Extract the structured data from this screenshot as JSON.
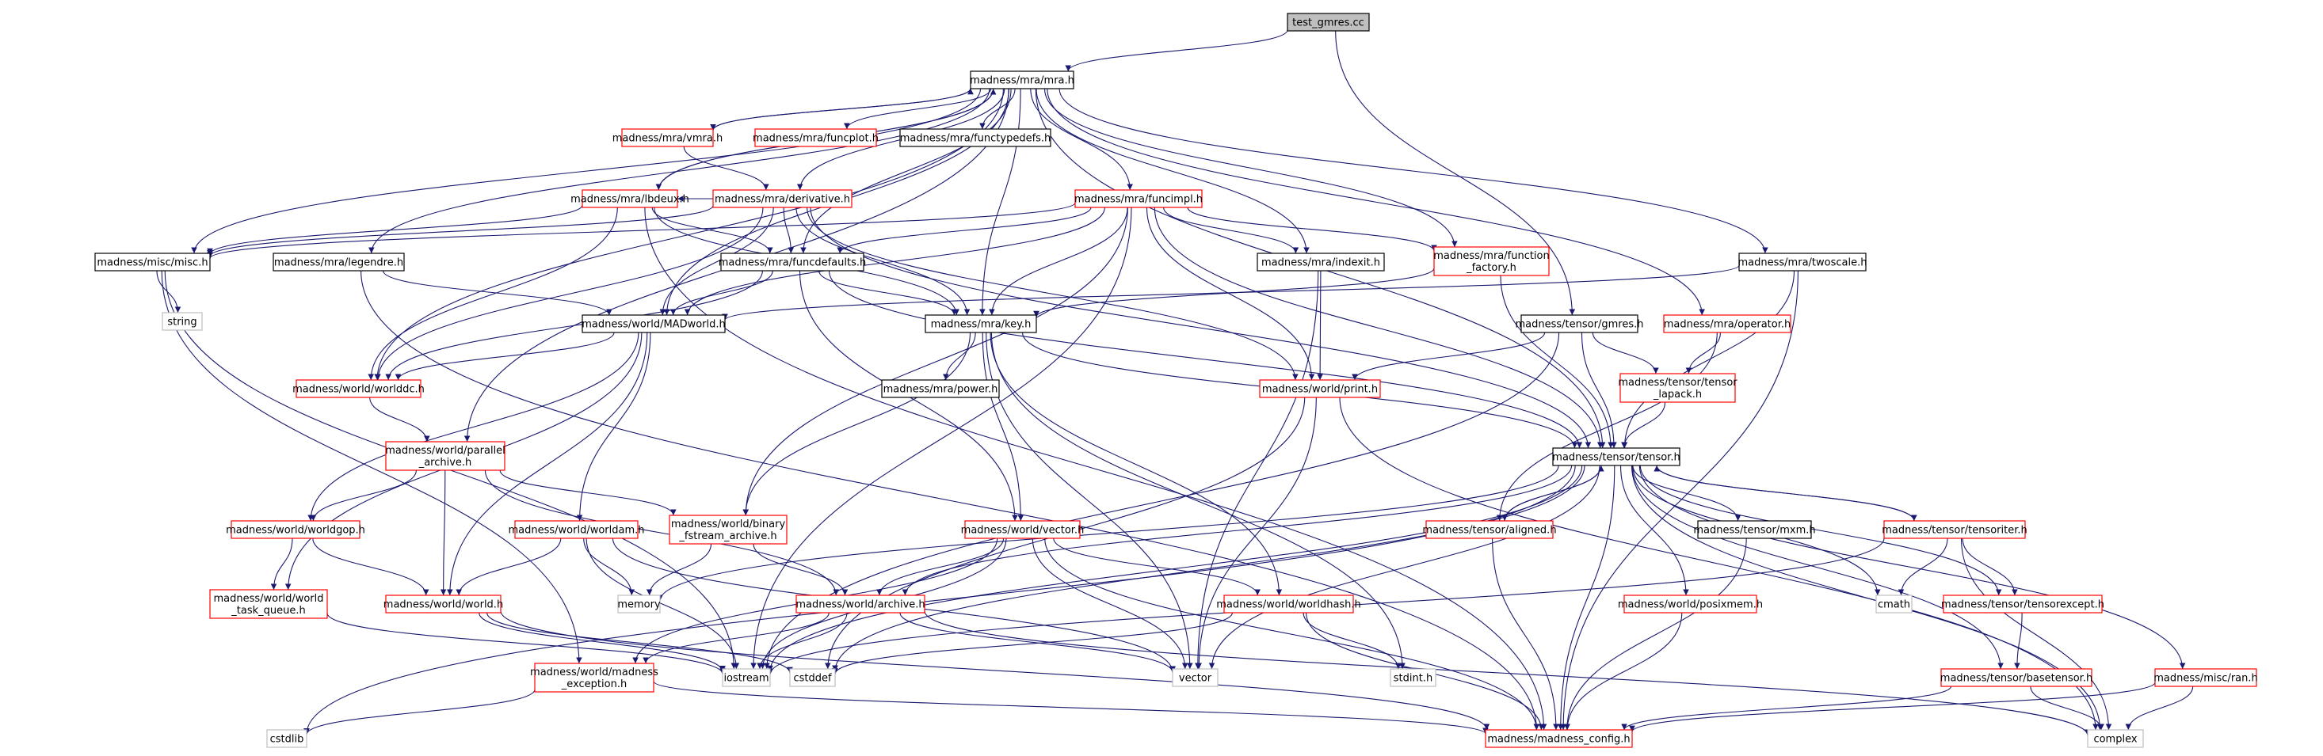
{
  "colors": {
    "edge": "#191970",
    "root_fill": "#bfbfbf",
    "border_black": "#000000",
    "border_red": "#ff0000",
    "border_gray": "#bfbfbf"
  },
  "nodes": [
    {
      "id": "root",
      "label": "test_gmres.cc",
      "style": "root"
    },
    {
      "id": "mra",
      "label": "madness/mra/mra.h",
      "style": "black"
    },
    {
      "id": "vmra",
      "label": "madness/mra/vmra.h",
      "style": "red"
    },
    {
      "id": "funcplot",
      "label": "madness/mra/funcplot.h",
      "style": "red"
    },
    {
      "id": "functypedefs",
      "label": "madness/mra/functypedefs.h",
      "style": "black"
    },
    {
      "id": "lbdeux",
      "label": "madness/mra/lbdeux.h",
      "style": "red"
    },
    {
      "id": "derivative",
      "label": "madness/mra/derivative.h",
      "style": "red"
    },
    {
      "id": "funcimpl",
      "label": "madness/mra/funcimpl.h",
      "style": "red"
    },
    {
      "id": "misc",
      "label": "madness/misc/misc.h",
      "style": "black"
    },
    {
      "id": "legendre",
      "label": "madness/mra/legendre.h",
      "style": "black"
    },
    {
      "id": "funcdefaults",
      "label": "madness/mra/funcdefaults.h",
      "style": "black"
    },
    {
      "id": "indexit",
      "label": "madness/mra/indexit.h",
      "style": "black"
    },
    {
      "id": "funcfactory",
      "label": [
        "madness/mra/function",
        "_factory.h"
      ],
      "style": "red"
    },
    {
      "id": "twoscale",
      "label": "madness/mra/twoscale.h",
      "style": "black"
    },
    {
      "id": "string",
      "label": "string",
      "style": "gray"
    },
    {
      "id": "madworld",
      "label": "madness/world/MADworld.h",
      "style": "black"
    },
    {
      "id": "key",
      "label": "madness/mra/key.h",
      "style": "black"
    },
    {
      "id": "gmres",
      "label": "madness/tensor/gmres.h",
      "style": "black"
    },
    {
      "id": "operator",
      "label": "madness/mra/operator.h",
      "style": "red"
    },
    {
      "id": "worlddc",
      "label": "madness/world/worlddc.h",
      "style": "red"
    },
    {
      "id": "power",
      "label": "madness/mra/power.h",
      "style": "black"
    },
    {
      "id": "print",
      "label": "madness/world/print.h",
      "style": "red"
    },
    {
      "id": "lapack",
      "label": [
        "madness/tensor/tensor",
        "_lapack.h"
      ],
      "style": "red"
    },
    {
      "id": "parallel",
      "label": [
        "madness/world/parallel",
        "_archive.h"
      ],
      "style": "red"
    },
    {
      "id": "tensor",
      "label": "madness/tensor/tensor.h",
      "style": "black"
    },
    {
      "id": "worldgop",
      "label": "madness/world/worldgop.h",
      "style": "red"
    },
    {
      "id": "worldam",
      "label": "madness/world/worldam.h",
      "style": "red"
    },
    {
      "id": "binary",
      "label": [
        "madness/world/binary",
        "_fstream_archive.h"
      ],
      "style": "red"
    },
    {
      "id": "vector_h",
      "label": "madness/world/vector.h",
      "style": "red"
    },
    {
      "id": "aligned",
      "label": "madness/tensor/aligned.h",
      "style": "red"
    },
    {
      "id": "mxm",
      "label": "madness/tensor/mxm.h",
      "style": "black"
    },
    {
      "id": "tensoriter",
      "label": "madness/tensor/tensoriter.h",
      "style": "red"
    },
    {
      "id": "taskqueue",
      "label": [
        "madness/world/world",
        "_task_queue.h"
      ],
      "style": "red"
    },
    {
      "id": "world",
      "label": "madness/world/world.h",
      "style": "red"
    },
    {
      "id": "memory",
      "label": "memory",
      "style": "gray"
    },
    {
      "id": "archive",
      "label": "madness/world/archive.h",
      "style": "red"
    },
    {
      "id": "worldhash",
      "label": "madness/world/worldhash.h",
      "style": "red"
    },
    {
      "id": "posixmem",
      "label": "madness/world/posixmem.h",
      "style": "red"
    },
    {
      "id": "cmath",
      "label": "cmath",
      "style": "gray"
    },
    {
      "id": "tensorexcept",
      "label": "madness/tensor/tensorexcept.h",
      "style": "red"
    },
    {
      "id": "exception",
      "label": [
        "madness/world/madness",
        "_exception.h"
      ],
      "style": "red"
    },
    {
      "id": "iostream",
      "label": "iostream",
      "style": "gray"
    },
    {
      "id": "cstddef",
      "label": "cstddef",
      "style": "gray"
    },
    {
      "id": "vector",
      "label": "vector",
      "style": "gray"
    },
    {
      "id": "stdint",
      "label": "stdint.h",
      "style": "gray"
    },
    {
      "id": "basetensor",
      "label": "madness/tensor/basetensor.h",
      "style": "red"
    },
    {
      "id": "ran",
      "label": "madness/misc/ran.h",
      "style": "red"
    },
    {
      "id": "cstdlib",
      "label": "cstdlib",
      "style": "gray"
    },
    {
      "id": "config",
      "label": "madness/madness_config.h",
      "style": "red"
    },
    {
      "id": "complex",
      "label": "complex",
      "style": "gray"
    }
  ],
  "edges": [
    [
      "root",
      "mra"
    ],
    [
      "root",
      "gmres"
    ],
    [
      "mra",
      "vmra"
    ],
    [
      "mra",
      "funcplot"
    ],
    [
      "mra",
      "functypedefs"
    ],
    [
      "mra",
      "lbdeux"
    ],
    [
      "mra",
      "derivative"
    ],
    [
      "mra",
      "funcimpl"
    ],
    [
      "mra",
      "misc"
    ],
    [
      "mra",
      "legendre"
    ],
    [
      "mra",
      "funcdefaults"
    ],
    [
      "mra",
      "indexit"
    ],
    [
      "mra",
      "funcfactory"
    ],
    [
      "mra",
      "twoscale"
    ],
    [
      "mra",
      "madworld"
    ],
    [
      "mra",
      "key"
    ],
    [
      "mra",
      "operator"
    ],
    [
      "mra",
      "worlddc"
    ],
    [
      "mra",
      "parallel"
    ],
    [
      "mra",
      "tensor"
    ],
    [
      "vmra",
      "mra"
    ],
    [
      "vmra",
      "derivative"
    ],
    [
      "lbdeux",
      "mra"
    ],
    [
      "lbdeux",
      "misc"
    ],
    [
      "lbdeux",
      "funcdefaults"
    ],
    [
      "lbdeux",
      "key"
    ],
    [
      "lbdeux",
      "worlddc"
    ],
    [
      "lbdeux",
      "config"
    ],
    [
      "derivative",
      "lbdeux"
    ],
    [
      "derivative",
      "misc"
    ],
    [
      "derivative",
      "funcdefaults"
    ],
    [
      "derivative",
      "madworld"
    ],
    [
      "derivative",
      "key"
    ],
    [
      "derivative",
      "worlddc"
    ],
    [
      "derivative",
      "tensor"
    ],
    [
      "derivative",
      "print"
    ],
    [
      "funcimpl",
      "misc"
    ],
    [
      "funcimpl",
      "funcdefaults"
    ],
    [
      "funcimpl",
      "indexit"
    ],
    [
      "funcimpl",
      "funcfactory"
    ],
    [
      "funcimpl",
      "madworld"
    ],
    [
      "funcimpl",
      "key"
    ],
    [
      "funcimpl",
      "print"
    ],
    [
      "funcimpl",
      "tensor"
    ],
    [
      "funcimpl",
      "binary"
    ],
    [
      "funcimpl",
      "iostream"
    ],
    [
      "misc",
      "string"
    ],
    [
      "misc",
      "iostream"
    ],
    [
      "misc",
      "exception"
    ],
    [
      "legendre",
      "madworld"
    ],
    [
      "legendre",
      "config"
    ],
    [
      "funcdefaults",
      "madworld"
    ],
    [
      "funcdefaults",
      "key"
    ],
    [
      "funcdefaults",
      "worlddc"
    ],
    [
      "funcdefaults",
      "tensor"
    ],
    [
      "funcdefaults",
      "vector_h"
    ],
    [
      "indexit",
      "print"
    ],
    [
      "indexit",
      "vector"
    ],
    [
      "funcfactory",
      "key"
    ],
    [
      "funcfactory",
      "tensor"
    ],
    [
      "twoscale",
      "madworld"
    ],
    [
      "twoscale",
      "tensor"
    ],
    [
      "twoscale",
      "config"
    ],
    [
      "madworld",
      "worlddc"
    ],
    [
      "madworld",
      "worldgop"
    ],
    [
      "madworld",
      "worldam"
    ],
    [
      "madworld",
      "world"
    ],
    [
      "madworld",
      "taskqueue"
    ],
    [
      "key",
      "power"
    ],
    [
      "key",
      "vector_h"
    ],
    [
      "key",
      "worldhash"
    ],
    [
      "key",
      "binary"
    ],
    [
      "key",
      "vector"
    ],
    [
      "key",
      "stdint"
    ],
    [
      "key",
      "tensor"
    ],
    [
      "gmres",
      "print"
    ],
    [
      "gmres",
      "lapack"
    ],
    [
      "gmres",
      "tensor"
    ],
    [
      "gmres",
      "iostream"
    ],
    [
      "operator",
      "lapack"
    ],
    [
      "operator",
      "aligned"
    ],
    [
      "worlddc",
      "parallel"
    ],
    [
      "print",
      "vector"
    ],
    [
      "print",
      "cstddef"
    ],
    [
      "print",
      "complex"
    ],
    [
      "lapack",
      "tensor"
    ],
    [
      "parallel",
      "worldgop"
    ],
    [
      "parallel",
      "world"
    ],
    [
      "parallel",
      "archive"
    ],
    [
      "parallel",
      "binary"
    ],
    [
      "tensor",
      "aligned"
    ],
    [
      "tensor",
      "mxm"
    ],
    [
      "tensor",
      "tensoriter"
    ],
    [
      "tensor",
      "posixmem"
    ],
    [
      "tensor",
      "tensorexcept"
    ],
    [
      "tensor",
      "basetensor"
    ],
    [
      "tensor",
      "ran"
    ],
    [
      "tensor",
      "cmath"
    ],
    [
      "tensor",
      "complex"
    ],
    [
      "tensor",
      "vector"
    ],
    [
      "tensor",
      "config"
    ],
    [
      "tensor",
      "memory"
    ],
    [
      "tensor",
      "archive"
    ],
    [
      "tensor",
      "iostream"
    ],
    [
      "tensor",
      "cstdlib"
    ],
    [
      "tensor",
      "cstddef"
    ],
    [
      "aligned",
      "tensor"
    ],
    [
      "aligned",
      "config"
    ],
    [
      "tensoriter",
      "tensor"
    ],
    [
      "tensoriter",
      "tensorexcept"
    ],
    [
      "tensoriter",
      "cmath"
    ],
    [
      "tensoriter",
      "complex"
    ],
    [
      "tensoriter",
      "iostream"
    ],
    [
      "mxm",
      "config"
    ],
    [
      "posixmem",
      "config"
    ],
    [
      "tensorexcept",
      "basetensor"
    ],
    [
      "basetensor",
      "config"
    ],
    [
      "basetensor",
      "complex"
    ],
    [
      "ran",
      "config"
    ],
    [
      "ran",
      "complex"
    ],
    [
      "worldgop",
      "world"
    ],
    [
      "worldgop",
      "taskqueue"
    ],
    [
      "worldam",
      "world"
    ],
    [
      "worldam",
      "memory"
    ],
    [
      "worldam",
      "iostream"
    ],
    [
      "worldam",
      "vector"
    ],
    [
      "binary",
      "archive"
    ],
    [
      "binary",
      "memory"
    ],
    [
      "vector_h",
      "archive"
    ],
    [
      "vector_h",
      "worldhash"
    ],
    [
      "vector_h",
      "exception"
    ],
    [
      "vector_h",
      "iostream"
    ],
    [
      "vector_h",
      "vector"
    ],
    [
      "vector_h",
      "config"
    ],
    [
      "taskqueue",
      "iostream"
    ],
    [
      "world",
      "iostream"
    ],
    [
      "world",
      "cstddef"
    ],
    [
      "world",
      "config"
    ],
    [
      "archive",
      "exception"
    ],
    [
      "archive",
      "iostream"
    ],
    [
      "archive",
      "vector"
    ],
    [
      "archive",
      "complex"
    ],
    [
      "worldhash",
      "cstddef"
    ],
    [
      "worldhash",
      "stdint"
    ],
    [
      "worldhash",
      "config"
    ],
    [
      "exception",
      "cstdlib"
    ],
    [
      "exception",
      "config"
    ]
  ]
}
